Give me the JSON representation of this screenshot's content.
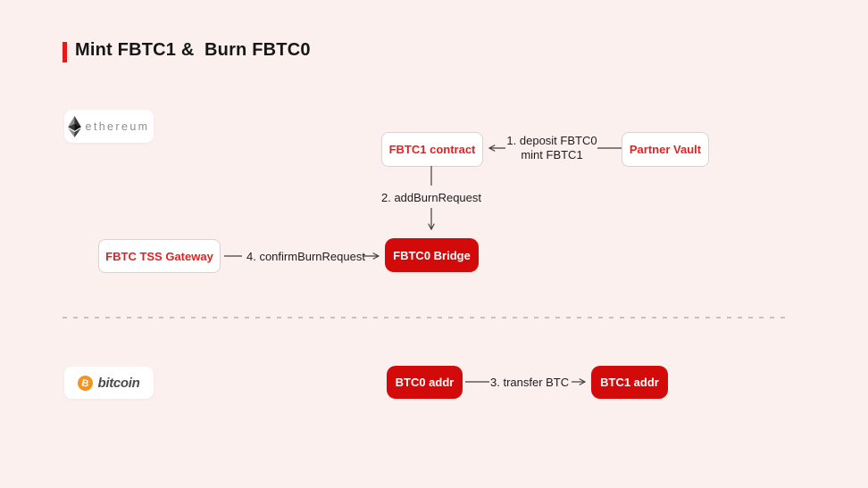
{
  "title": "Mint FBTC1 &  Burn FBTC0",
  "colors": {
    "background": "#FCF0EF",
    "accent_red_fill": "#D20A0A",
    "outline_node_text_red": "#E32222",
    "title_bar_red": "#E51A1A",
    "bitcoin_orange": "#F7931A",
    "arrow_gray": "#3F3F3F",
    "divider_gray": "#C9BFBF"
  },
  "networks": {
    "ethereum": {
      "label": "ethereum"
    },
    "bitcoin": {
      "label": "bitcoin",
      "symbol": "B"
    }
  },
  "nodes": {
    "fbtc1_contract": {
      "label": "FBTC1 contract",
      "style": "outline"
    },
    "partner_vault": {
      "label": "Partner Vault",
      "style": "outline"
    },
    "fbtc_tss_gateway": {
      "label": "FBTC TSS Gateway",
      "style": "outline"
    },
    "fbtc0_bridge": {
      "label": "FBTC0 Bridge",
      "style": "filled"
    },
    "btc0_addr": {
      "label": "BTC0 addr",
      "style": "filled"
    },
    "btc1_addr": {
      "label": "BTC1 addr",
      "style": "filled"
    }
  },
  "edges": {
    "step1": {
      "label_line1": "1. deposit FBTC0",
      "label_line2": "mint FBTC1",
      "from": "Partner Vault",
      "to": "FBTC1 contract"
    },
    "step2": {
      "label": "2. addBurnRequest",
      "from": "FBTC1 contract",
      "to": "FBTC0 Bridge"
    },
    "step3": {
      "label": "3. transfer BTC",
      "from": "BTC0 addr",
      "to": "BTC1 addr"
    },
    "step4": {
      "label": "4. confirmBurnRequest",
      "from": "FBTC TSS Gateway",
      "to": "FBTC0 Bridge"
    }
  }
}
